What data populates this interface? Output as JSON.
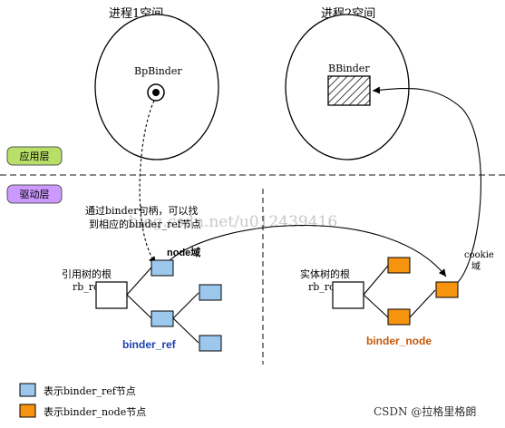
{
  "process1": {
    "title": "进程1空间",
    "binder_label": "BpBinder"
  },
  "process2": {
    "title": "进程2空间",
    "binder_label": "BBinder"
  },
  "layers": {
    "app": "应用层",
    "driver": "驱动层"
  },
  "annotation": {
    "line1": "通过binder句柄，可以找",
    "line2": "到相应的binder_ref节点"
  },
  "node_field": "node域",
  "ref_tree": {
    "root_label_1": "引用树的根",
    "root_label_2": "rb_root",
    "caption": "binder_ref"
  },
  "node_tree": {
    "root_label_1": "实体树的根",
    "root_label_2": "rb_root",
    "caption": "binder_node"
  },
  "cookie": {
    "line1": "cookie",
    "line2": "域"
  },
  "legend": {
    "ref_text": "表示binder_ref节点",
    "node_text": "表示binder_node节点"
  },
  "watermark": "blog.csdn.net/u012439416",
  "credit": "CSDN @拉格里格朗",
  "colors": {
    "ref_fill": "#9dc8ee",
    "node_fill": "#f7940f",
    "layer_app": "#b8e068",
    "layer_driver": "#cc99ff",
    "ref_caption": "#1a3fb0",
    "node_caption": "#c6580a",
    "watermark": "#c8c8c8"
  }
}
